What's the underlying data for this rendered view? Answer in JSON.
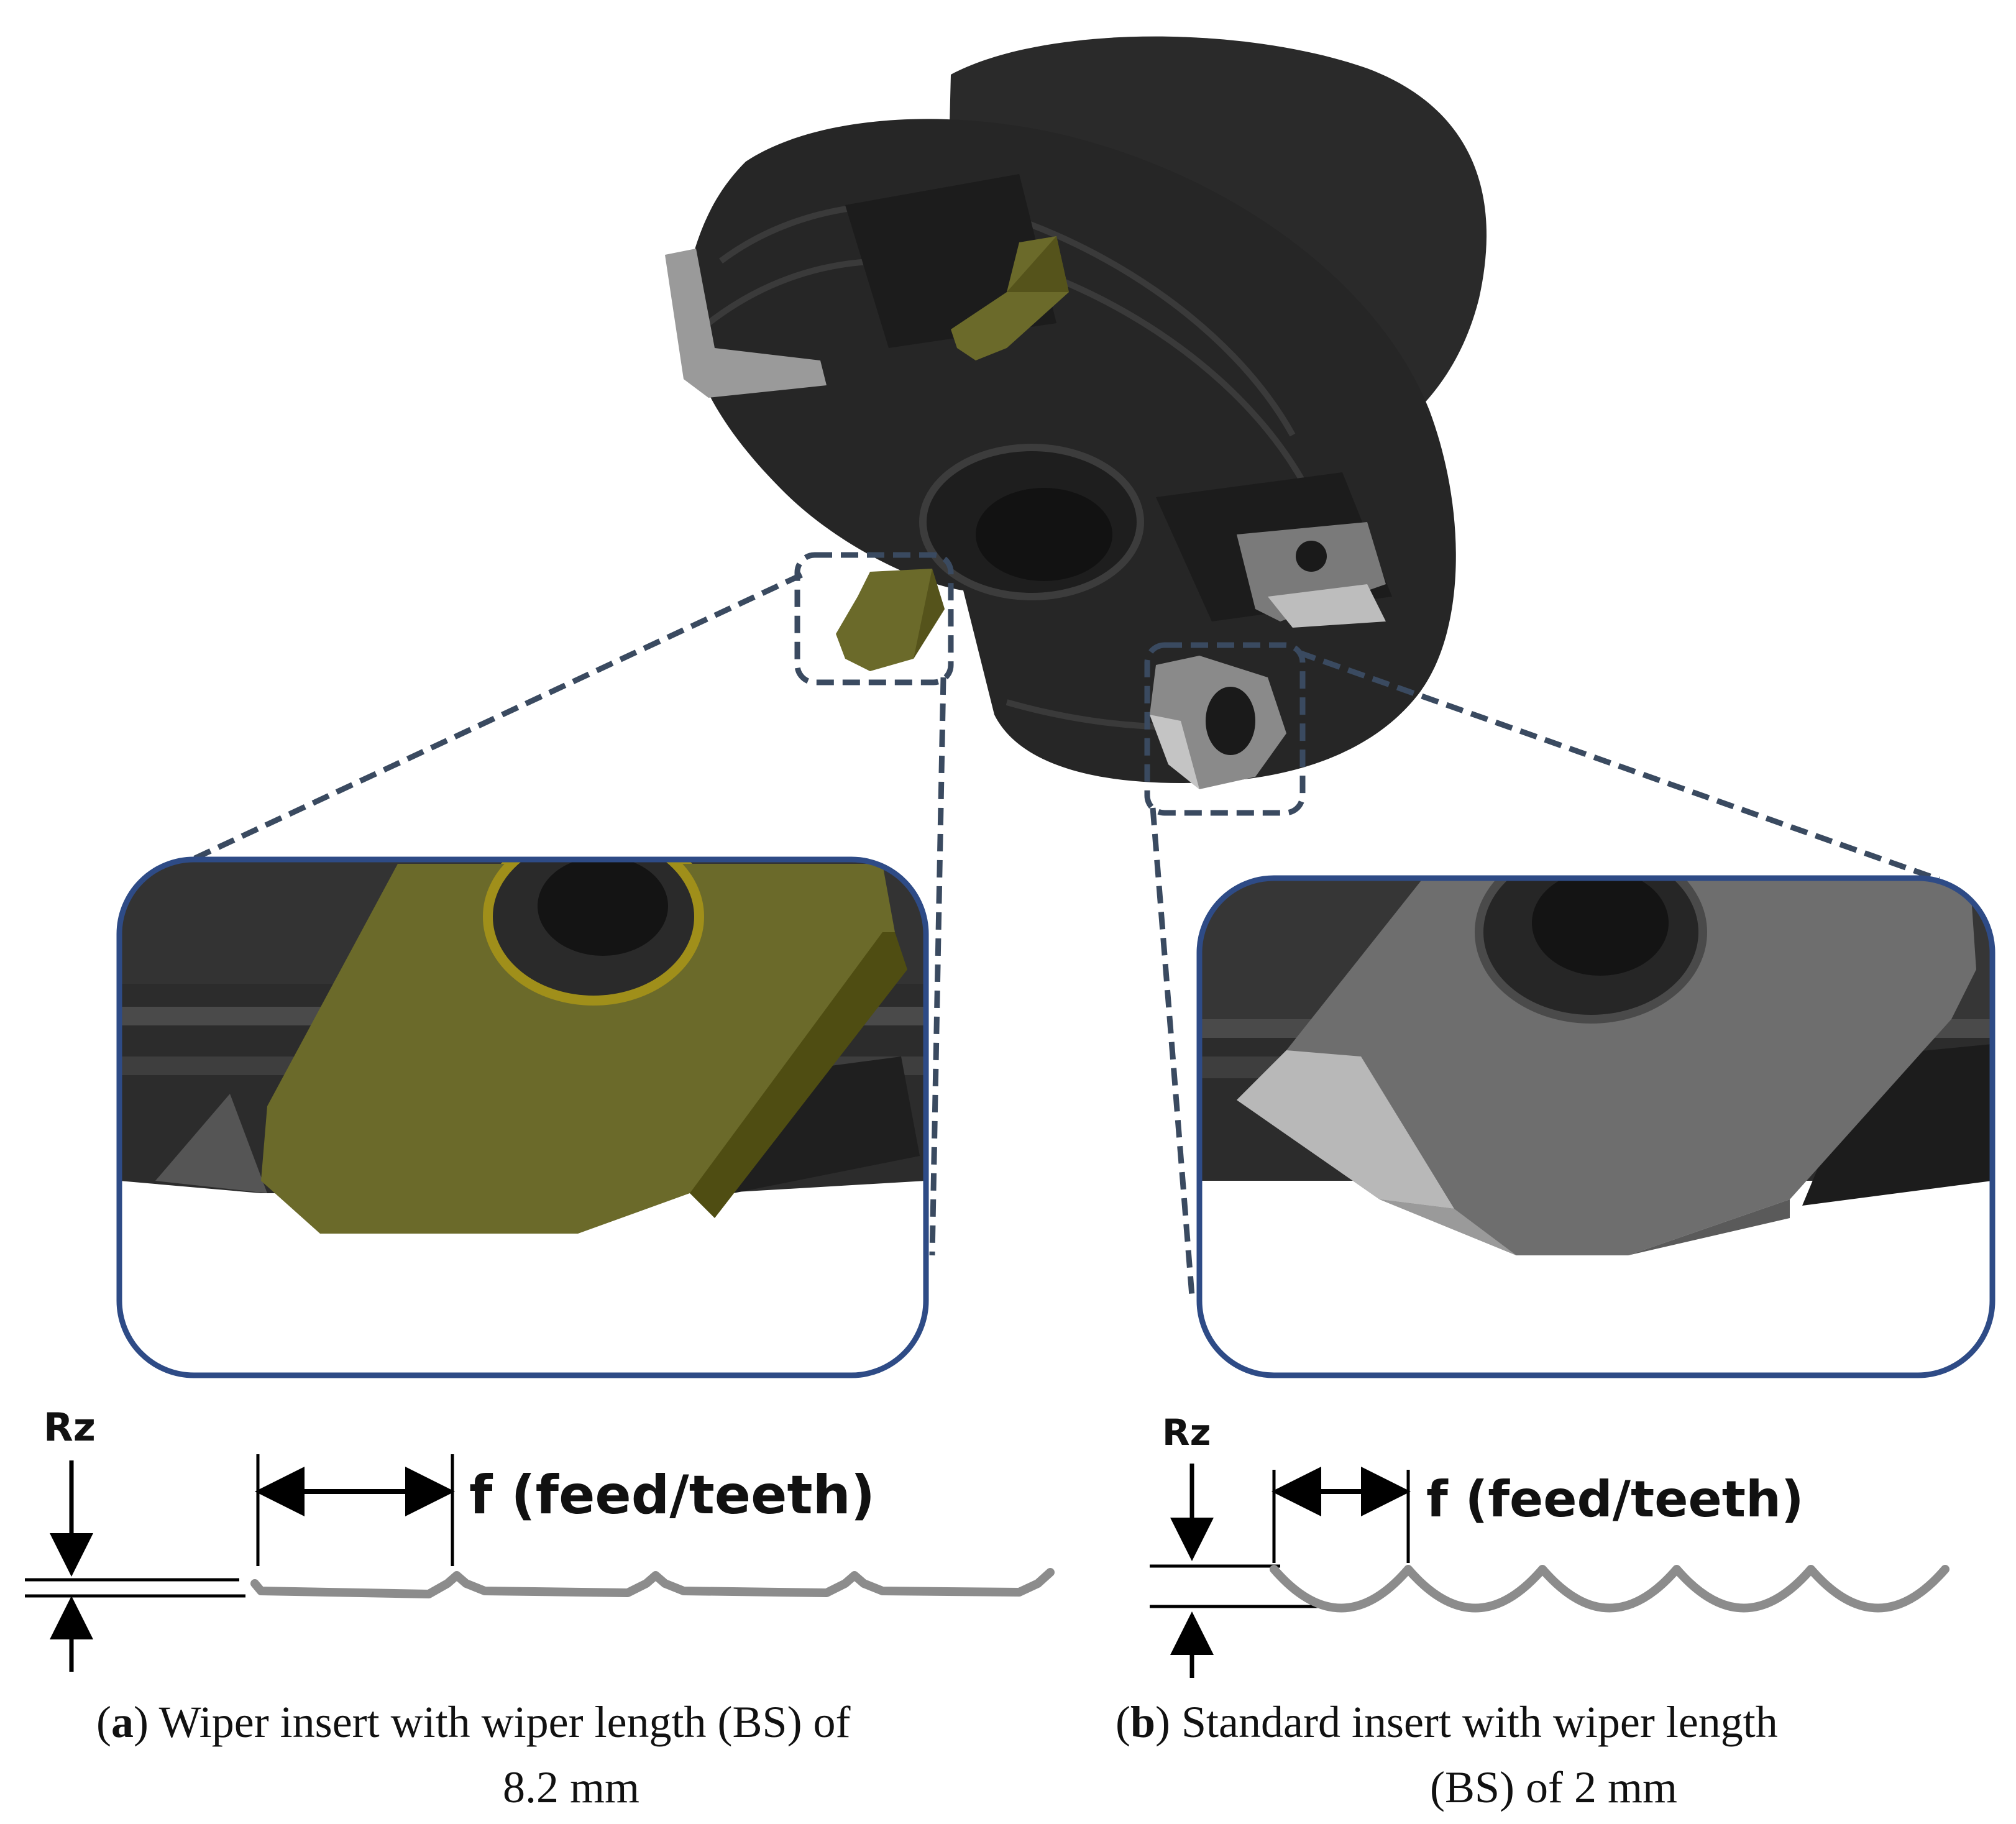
{
  "colors": {
    "tool_body": "#262626",
    "tool_dark": "#161616",
    "wiper_insert": "#6b6a2a",
    "wiper_insert_edge": "#4f4d12",
    "standard_insert": "#6e6e6e",
    "standard_insert_light": "#b8b8b8",
    "frame_blue": "#2e4b86",
    "dash": "#3a4a60",
    "profile_gray": "#8c8c8c"
  },
  "left_panel": {
    "rz_label": "Rz",
    "feed_label": "f (feed/teeth)",
    "caption_letter": "a",
    "caption_line1": ") Wiper insert with wiper length (BS) of",
    "caption_line2": "8.2 mm"
  },
  "right_panel": {
    "rz_label": "Rz",
    "feed_label": "f (feed/teeth)",
    "caption_letter": "b",
    "caption_line1": ") Standard insert with wiper length",
    "caption_line2": "(BS) of 2 mm"
  }
}
